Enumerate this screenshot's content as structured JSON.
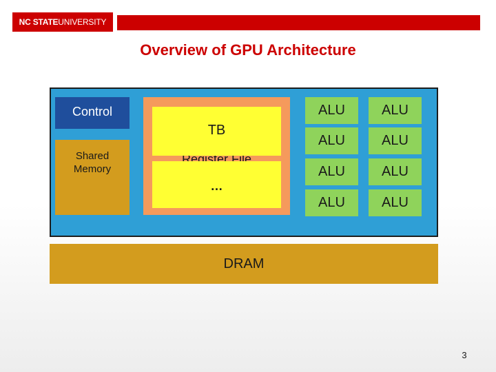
{
  "header": {
    "logo_primary": "NC STATE",
    "logo_secondary": "UNIVERSITY",
    "brand_color": "#cc0000"
  },
  "slide": {
    "title": "Overview of GPU Architecture",
    "page_number": "3"
  },
  "diagram": {
    "control": "Control",
    "shared_memory_line1": "Shared",
    "shared_memory_line2": "Memory",
    "thread_block": "TB",
    "register_file": "Register File",
    "ellipsis": "…",
    "alu_grid": [
      [
        "ALU",
        "ALU"
      ],
      [
        "ALU",
        "ALU"
      ],
      [
        "ALU",
        "ALU"
      ],
      [
        "ALU",
        "ALU"
      ]
    ],
    "dram": "DRAM",
    "colors": {
      "frame": "#2f9fd6",
      "control": "#1f4e9c",
      "memory": "#d39c1e",
      "tb_outer": "#f59a5c",
      "tb_inner": "#ffff33",
      "alu": "#8fd35b"
    }
  }
}
